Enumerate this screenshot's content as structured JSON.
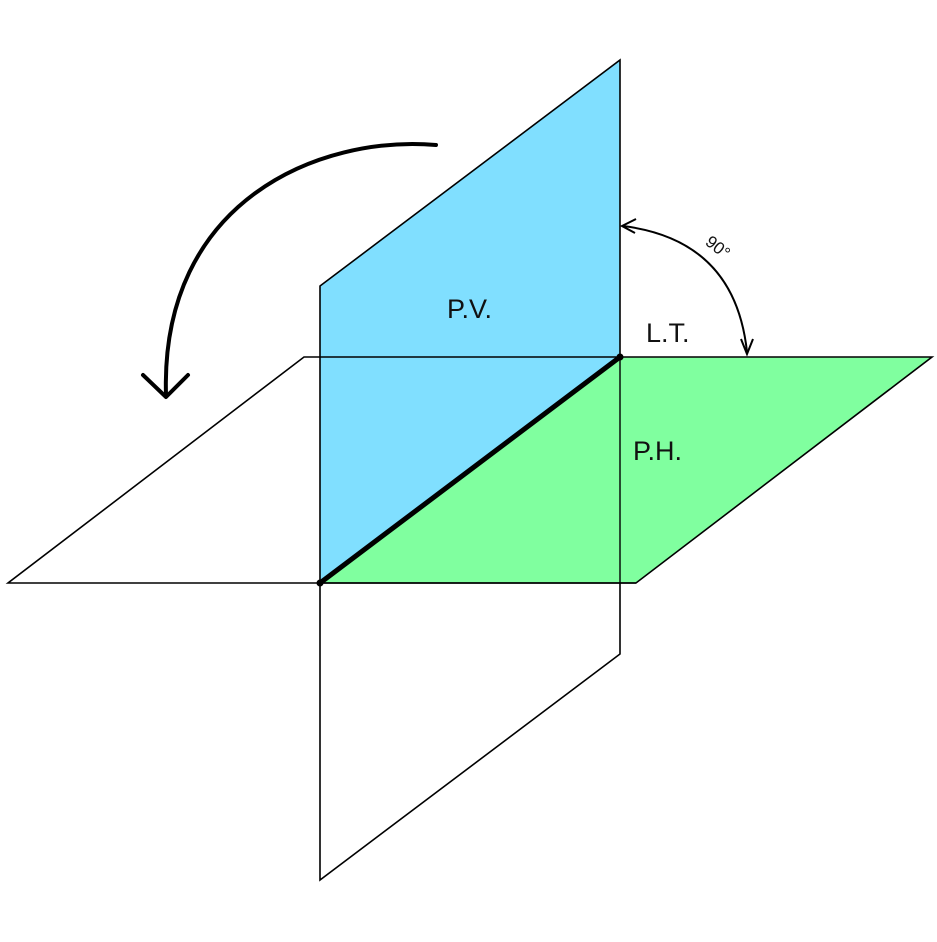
{
  "labels": {
    "vertical_plane": "P.V.",
    "horizontal_plane": "P.H.",
    "ground_line": "L.T.",
    "angle": "90°"
  },
  "colors": {
    "vertical_plane_fill": "#80dfff",
    "horizontal_plane_fill": "#80ff9f",
    "outline": "#000000",
    "background": "#ffffff"
  }
}
